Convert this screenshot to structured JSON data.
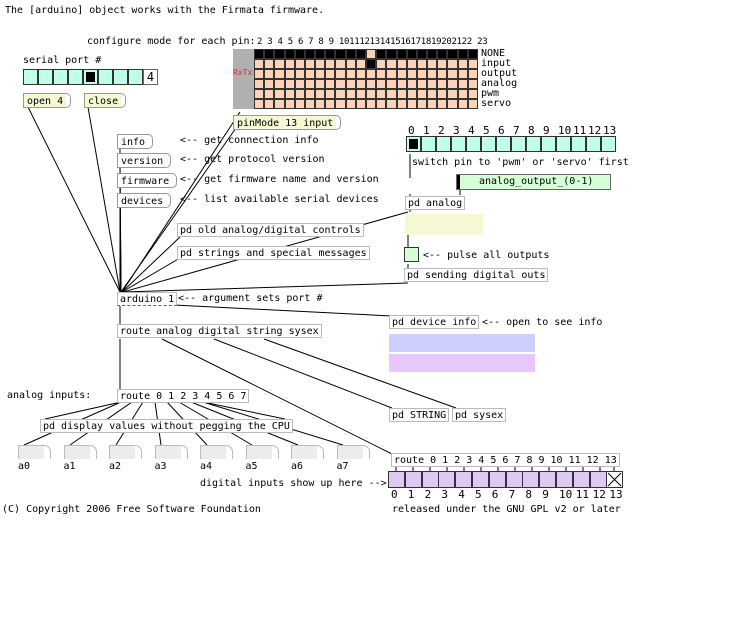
{
  "header_comment": "The [arduino] object works with the Firmata firmware.",
  "configure_label": "configure mode for each pin:",
  "pin_numbers_top": "2 3 4 5 6 7 8 9 10111213141516171819202122 23",
  "grid_rxtx": "RxTx",
  "modes": [
    "NONE",
    "input",
    "output",
    "analog",
    "pwm",
    "servo"
  ],
  "serial_port_label": "serial port #",
  "serial_value": "4",
  "open_label": "open 4",
  "close_label": "close",
  "pinmode_label": "pinMode 13 input",
  "info": {
    "label": "info",
    "comment": "<-- get connection info"
  },
  "version": {
    "label": "version",
    "comment": "<-- get protocol version"
  },
  "firmware": {
    "label": "firmware",
    "comment": "<-- get firmware name and version"
  },
  "devices": {
    "label": "devices",
    "comment": "<-- list available serial devices"
  },
  "pd_old": "pd old analog/digital controls",
  "pd_strings": "pd strings and special messages",
  "arduino_obj": "arduino 1",
  "arduino_comment": "<-- argument sets port #",
  "route_main": "route analog digital string sysex",
  "analog_inputs_label": "analog inputs:",
  "route_analog": "route 0 1 2 3 4 5 6 7",
  "pd_display": "pd display values without pegging the CPU",
  "analog_outputs": [
    "a0",
    "a1",
    "a2",
    "a3",
    "a4",
    "a5",
    "a6",
    "a7"
  ],
  "copyright": "(C) Copyright 2006 Free Software Foundation",
  "pwm_pins": [
    "0",
    "1",
    "2",
    "3",
    "4",
    "5",
    "6",
    "7",
    "8",
    "9",
    "10",
    "11",
    "12",
    "13"
  ],
  "switch_comment": "switch pin to 'pwm' or 'servo' first",
  "analog_output_label": "analog_output_(0-1)",
  "pd_analog": "pd analog",
  "pulse_comment": "<-- pulse all outputs",
  "pd_sending": "pd sending digital outs",
  "pd_device_info": "pd device info",
  "device_info_comment": "<-- open to see info",
  "pd_string": "pd STRING",
  "pd_sysex": "pd sysex",
  "route_digital": "route 0 1 2 3 4 5 6 7 8 9 10 11 12 13",
  "digital_comment": "digital inputs show up here -->",
  "digital_pins": [
    "0",
    "1",
    "2",
    "3",
    "4",
    "5",
    "6",
    "7",
    "8",
    "9",
    "10",
    "11",
    "12",
    "13"
  ],
  "license": "released under the GNU GPL v2 or later",
  "colors": {
    "cyan": "#bfffe8",
    "green_box": "#d7ffd7",
    "yellow_box": "#f5f8d2",
    "purple": "#cfcfff",
    "pink": "#e6c8ff",
    "lilac": "#e0c8f5",
    "gray_bar": "#b0b0b0",
    "salmon": "#fcd3b8"
  }
}
